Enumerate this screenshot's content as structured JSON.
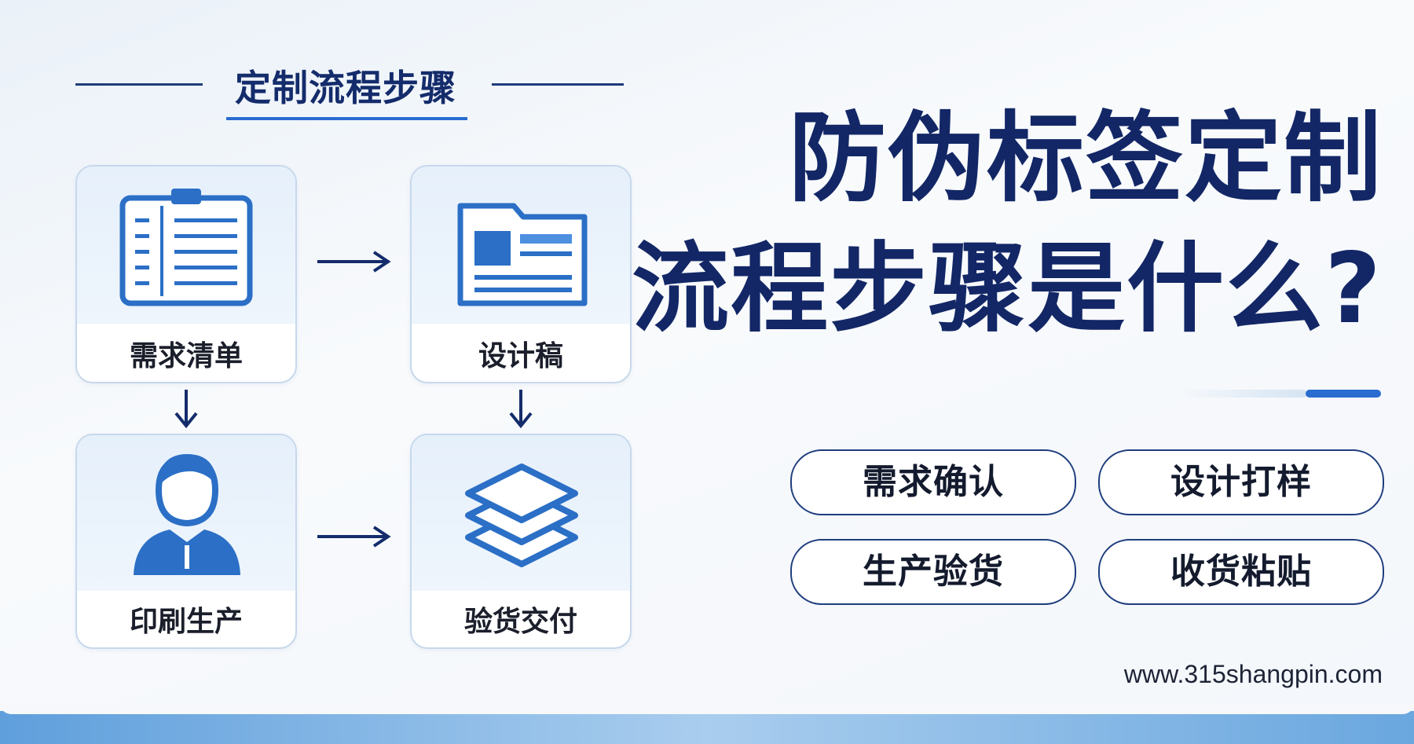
{
  "section": {
    "title": "定制流程步骤"
  },
  "flow": {
    "steps": [
      {
        "label": "需求清单",
        "icon": "clipboard-list-icon"
      },
      {
        "label": "设计稿",
        "icon": "design-folder-icon"
      },
      {
        "label": "印刷生产",
        "icon": "person-icon"
      },
      {
        "label": "验货交付",
        "icon": "stacked-layers-icon"
      }
    ]
  },
  "headline": {
    "line1": "防伪标签定制",
    "line2": "流程步骤是什么?"
  },
  "pills": [
    "需求确认",
    "设计打样",
    "生产验货",
    "收货粘贴"
  ],
  "footer": {
    "website": "www.315shangpin.com"
  },
  "colors": {
    "navy": "#132766",
    "accent_blue": "#2a6cd0",
    "icon_blue": "#2b6fc6"
  }
}
